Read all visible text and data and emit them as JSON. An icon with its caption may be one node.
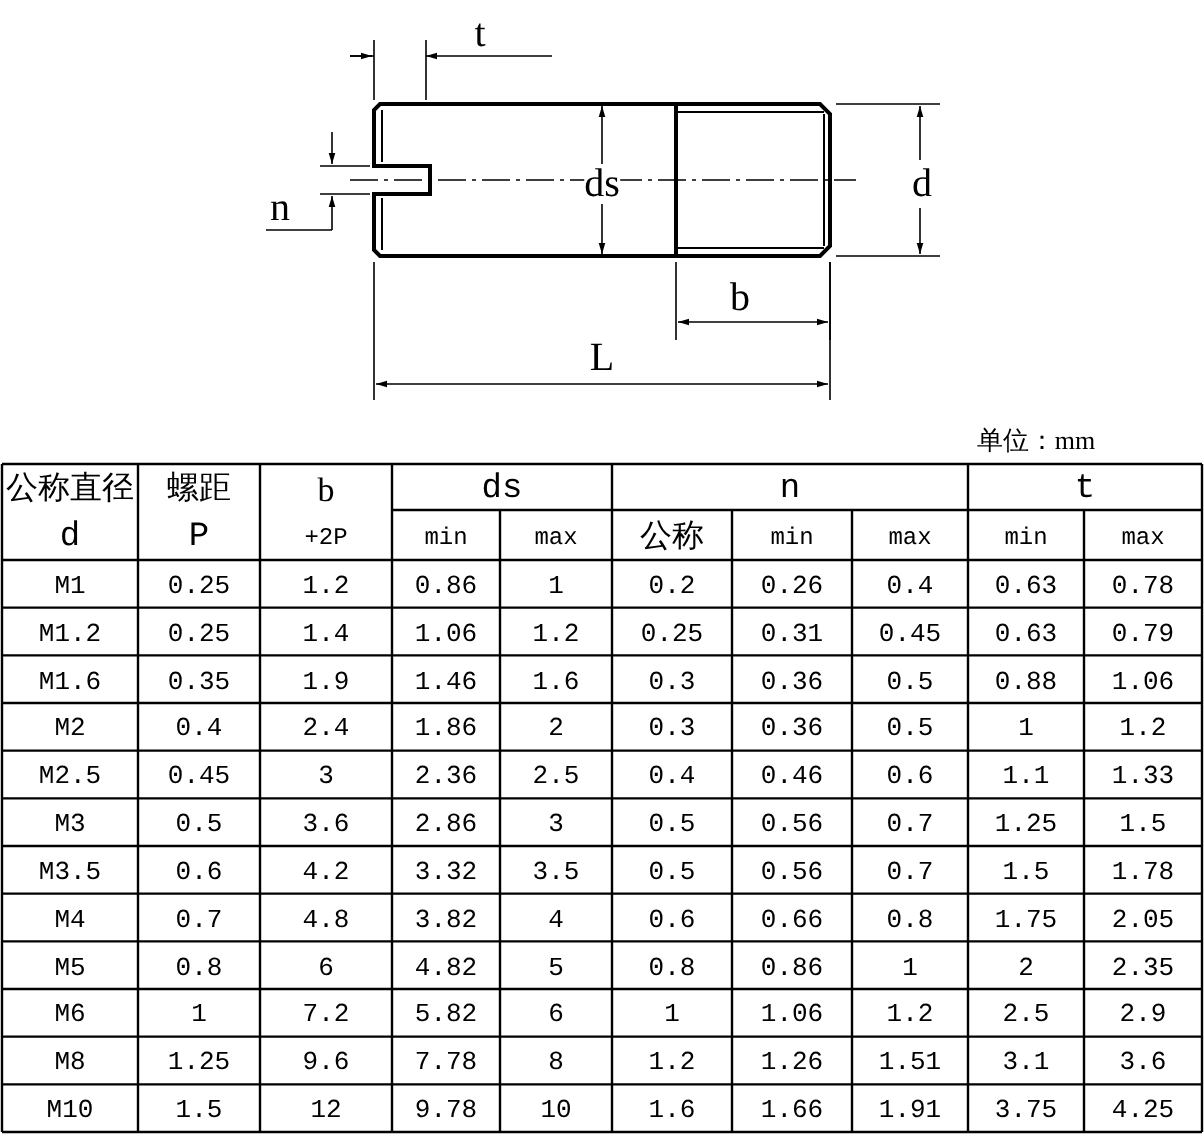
{
  "diagram": {
    "labels": [
      "t",
      "n",
      "ds",
      "d",
      "b",
      "L",
      "单位：mm",
      "公称直径",
      "螺距",
      "b",
      "ds",
      "n",
      "t",
      "d",
      "P",
      "+2P",
      "min",
      "max",
      "公称",
      "min",
      "max",
      "min",
      "max",
      "M1",
      "0.25",
      "1.2",
      "0.86",
      "1",
      "0.2",
      "0.26",
      "0.4",
      "0.63",
      "0.78",
      "M1.2",
      "0.25",
      "1.4",
      "1.06",
      "1.2",
      "0.25",
      "0.31",
      "0.45",
      "0.63",
      "0.79",
      "M1.6",
      "0.35",
      "1.9",
      "1.46",
      "1.6",
      "0.3",
      "0.36",
      "0.5",
      "0.88",
      "1.06",
      "M2",
      "0.4",
      "2.4",
      "1.86",
      "2",
      "0.3",
      "0.36",
      "0.5",
      "1",
      "1.2",
      "M2.5",
      "0.45",
      "3",
      "2.36",
      "2.5",
      "0.4",
      "0.46",
      "0.6",
      "1.1",
      "1.33",
      "M3",
      "0.5",
      "3.6",
      "2.86",
      "3",
      "0.5",
      "0.56",
      "0.7",
      "1.25",
      "1.5",
      "M3.5",
      "0.6",
      "4.2",
      "3.32",
      "3.5",
      "0.5",
      "0.56",
      "0.7",
      "1.5",
      "1.78",
      "M4",
      "0.7",
      "4.8",
      "3.82",
      "4",
      "0.6",
      "0.66",
      "0.8",
      "1.75",
      "2.05",
      "M5",
      "0.8",
      "6",
      "4.82",
      "5",
      "0.8",
      "0.86",
      "1",
      "2",
      "2.35",
      "M6",
      "1",
      "7.2",
      "5.82",
      "6",
      "1",
      "1.06",
      "1.2",
      "2.5",
      "2.9",
      "M8",
      "1.25",
      "9.6",
      "7.78",
      "8",
      "1.2",
      "1.26",
      "1.51",
      "3.1",
      "3.6",
      "M10",
      "1.5",
      "12",
      "9.78",
      "10",
      "1.6",
      "1.66",
      "1.91",
      "3.75",
      "4.25"
    ]
  }
}
